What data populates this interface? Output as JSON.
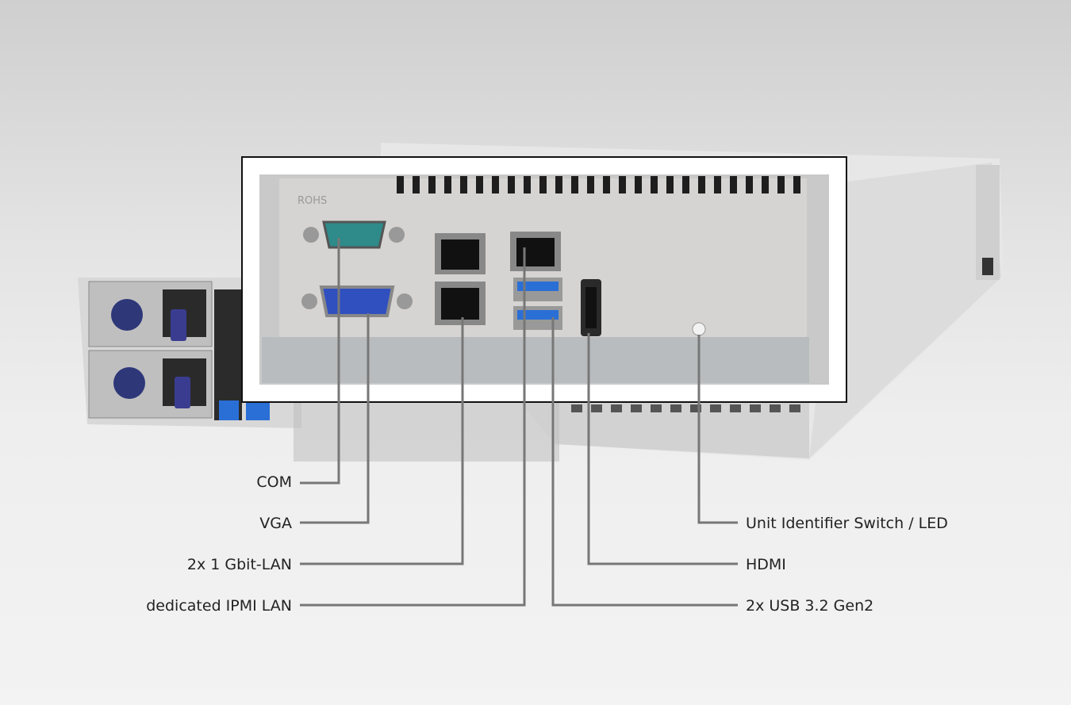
{
  "plate_marking": "ROHS",
  "labels_left": [
    {
      "id": "com",
      "text": "COM"
    },
    {
      "id": "vga",
      "text": "VGA"
    },
    {
      "id": "lan",
      "text": "2x 1 Gbit-LAN"
    },
    {
      "id": "ipmi",
      "text": "dedicated IPMI LAN"
    }
  ],
  "labels_right": [
    {
      "id": "uid",
      "text": "Unit Identifier Switch / LED"
    },
    {
      "id": "hdmi",
      "text": "HDMI"
    },
    {
      "id": "usb",
      "text": "2x USB 3.2 Gen2"
    }
  ],
  "colors": {
    "leader": "#777777",
    "usb": "#2a6fd6",
    "vga": "#3050c0",
    "com": "#2f8a8a",
    "psu_handle": "#3a3d8f"
  }
}
